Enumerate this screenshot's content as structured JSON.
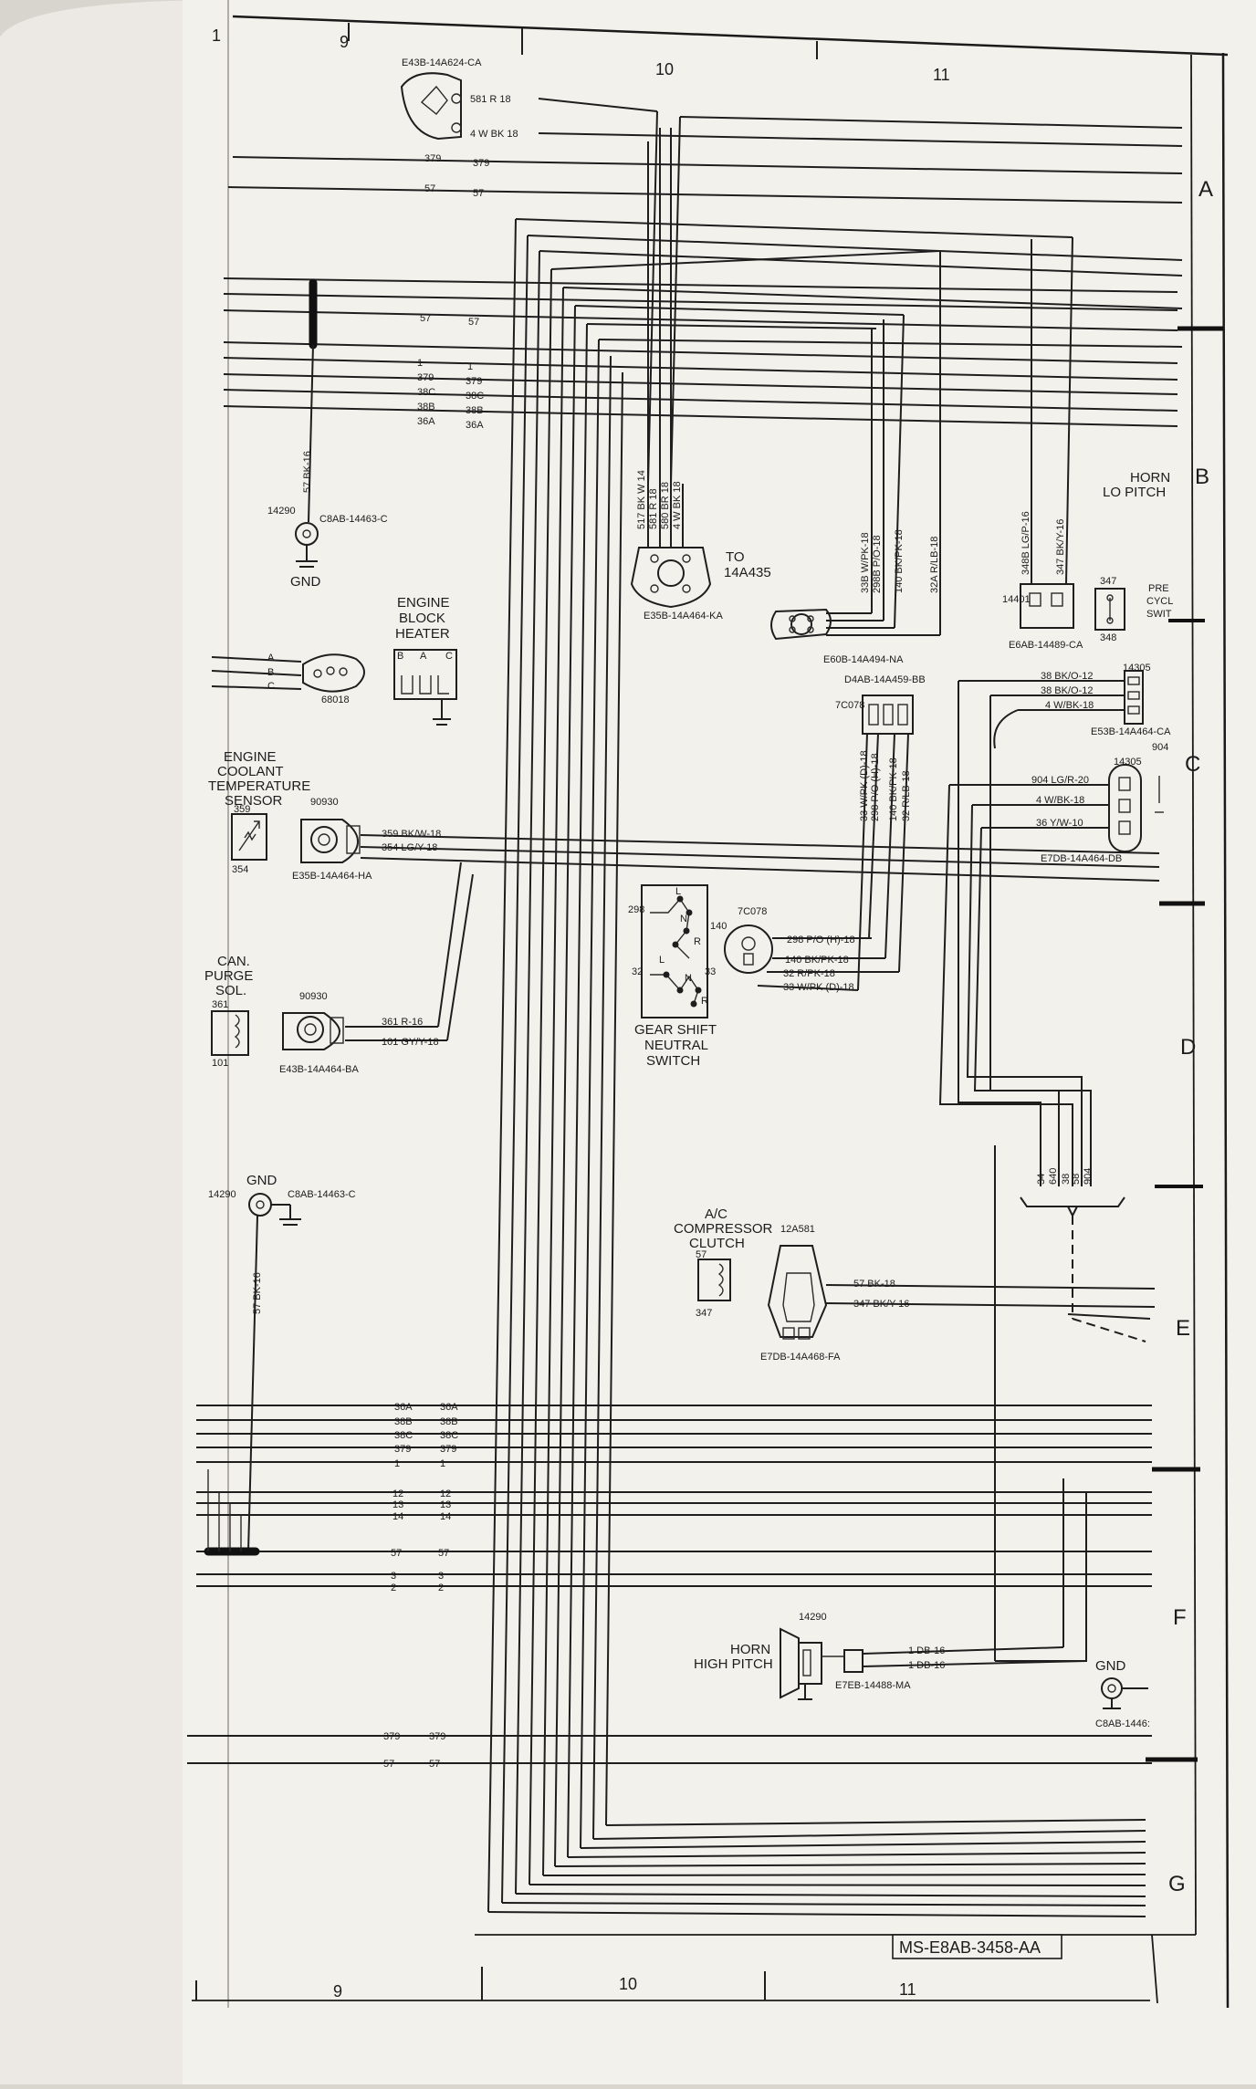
{
  "columns": {
    "top": [
      "9",
      "10",
      "11"
    ],
    "bottom": [
      "9",
      "10",
      "11"
    ]
  },
  "zones": [
    "A",
    "B",
    "C",
    "D",
    "E",
    "F",
    "G"
  ],
  "margin_mark": "1",
  "drawing_number": "MS-E8AB-3458-AA",
  "connectors": {
    "top_plug": {
      "part": "E43B-14A624-CA",
      "pin1": "581 R  18",
      "pin2": "4 W BK 18"
    },
    "ground_top": {
      "code": "14290",
      "part": "C8AB-14463-C",
      "wire": "57 BK-16",
      "label": "GND"
    },
    "block_heater": {
      "title": [
        "ENGINE",
        "BLOCK",
        "HEATER"
      ],
      "pins": [
        "B",
        "A",
        "C"
      ]
    },
    "plug_68018": {
      "code": "68018",
      "pins": [
        "A",
        "B",
        "C"
      ]
    },
    "coolant_sensor": {
      "title": [
        "ENGINE",
        "COOLANT",
        "TEMPERATURE",
        "SENSOR"
      ],
      "code": "90930",
      "part": "E35B-14A464-HA",
      "pin_a": "359",
      "pin_b": "354",
      "wire_a": "359 BK/W-18",
      "wire_b": "354 LG/Y-18"
    },
    "purge_sol": {
      "title": [
        "CAN.",
        "PURGE",
        "SOL."
      ],
      "code": "90930",
      "part": "E43B-14A464-BA",
      "pin_a": "361",
      "pin_b": "101",
      "wire_a": "361 R-16",
      "wire_b": "101 GY/Y-18"
    },
    "ground_mid": {
      "code": "14290",
      "part": "C8AB-14463-C",
      "wire": "57 BK-16",
      "label": "GND"
    },
    "to_14a435": {
      "label": [
        "TO",
        "14A435"
      ],
      "part": "E35B-14A464-KA",
      "wires": [
        "517 BK W 14",
        "581 R 18",
        "580 BR 18",
        "4 W BK 18"
      ]
    },
    "neutral_plug": {
      "part": "E60B-14A494-NA",
      "wires": [
        "33B W/PK-18",
        "298B P/O-18",
        "140 BK/PK-18",
        "32A R/LB-18"
      ]
    },
    "horn_lo": {
      "title": [
        "HORN",
        "LO PITCH"
      ],
      "code": "14401",
      "part": "E6AB-14489-CA",
      "wires": [
        "348B LG/P-16",
        "347 BK/Y-16"
      ]
    },
    "press_cycle": {
      "label": [
        "PRE",
        "CYCL",
        "SWIT"
      ],
      "pins": [
        "347",
        "348"
      ]
    },
    "conn_14305_a": {
      "code": "14305",
      "part": "E53B-14A464-CA",
      "wires": [
        "38 BK/O-12",
        "38 BK/O-12",
        "4 W/BK-18"
      ]
    },
    "conn_7c078": {
      "code": "7C078",
      "part": "D4AB-14A459-BB",
      "wires": [
        "33 W/PK (D)-18",
        "298 P/O (H)-18",
        "140 BK/PK-18",
        "32 R/LB-18"
      ]
    },
    "conn_14305_b": {
      "code": "14305",
      "part": "E7DB-14A464-DB",
      "pin": "904",
      "wires": [
        "904 LG/R-20",
        "4 W/BK-18",
        "36 Y/W-10"
      ]
    },
    "neutral_switch": {
      "title": [
        "GEAR SHIFT",
        "NEUTRAL",
        "SWITCH"
      ],
      "code": "7C078",
      "pins": [
        "298",
        "32",
        "140",
        "33"
      ],
      "wires": [
        "298 P/O (H)-18",
        "140 BK/PK-18",
        "32 R/PK-18",
        "33 W/PK (D)-18"
      ],
      "contacts": [
        "L",
        "R",
        "N",
        "L",
        "R",
        "N"
      ]
    },
    "bundle_bottom": {
      "labels": [
        "34",
        "640",
        "38",
        "58",
        "904"
      ]
    },
    "ac_clutch": {
      "title": [
        "A/C",
        "COMPRESSOR",
        "CLUTCH"
      ],
      "code": "12A581",
      "part": "E7DB-14A468-FA",
      "pins": [
        "57",
        "347"
      ],
      "wires": [
        "57 BK-18",
        "347 BK/Y-16"
      ]
    },
    "horn_hi": {
      "title": [
        "HORN",
        "HIGH PITCH"
      ],
      "code": "14290",
      "part": "E7EB-14488-MA",
      "wires": [
        "1 DB-16",
        "1 DB-16"
      ]
    },
    "ground_right": {
      "label": "GND",
      "part": "C8AB-1446:"
    }
  },
  "bus_top": {
    "wires": [
      "379",
      "57",
      "57",
      "1",
      "379",
      "38C",
      "38B",
      "36A"
    ]
  },
  "bus_bottom": {
    "wires": [
      "36A",
      "38B",
      "38C",
      "379",
      "1",
      "12",
      "13",
      "14",
      "57",
      "3",
      "2",
      "379",
      "57"
    ]
  }
}
